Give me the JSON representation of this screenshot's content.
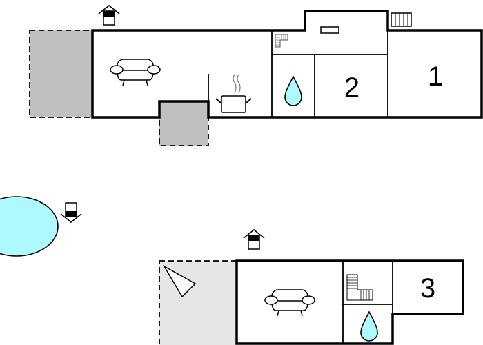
{
  "colors": {
    "terrace_dark": "#c0c0c0",
    "terrace_light": "#e6e6e6",
    "water": "#aef9fb",
    "wall": "#000000"
  },
  "upper_unit": {
    "rooms": [
      {
        "label": "2",
        "type": "bedroom"
      },
      {
        "label": "1",
        "type": "bedroom"
      }
    ],
    "icons": [
      "entrance-house-icon",
      "sofa-icon",
      "cooking-pot-icon",
      "water-drop-icon",
      "stairs-icon",
      "radiator-icon",
      "window-icon"
    ]
  },
  "pool": {
    "icons": [
      "entrance-house-icon"
    ]
  },
  "lower_unit": {
    "rooms": [
      {
        "label": "3",
        "type": "bedroom"
      }
    ],
    "icons": [
      "entrance-house-icon",
      "sofa-icon",
      "stairs-icon",
      "water-drop-icon",
      "sun-lounger-icon"
    ]
  }
}
